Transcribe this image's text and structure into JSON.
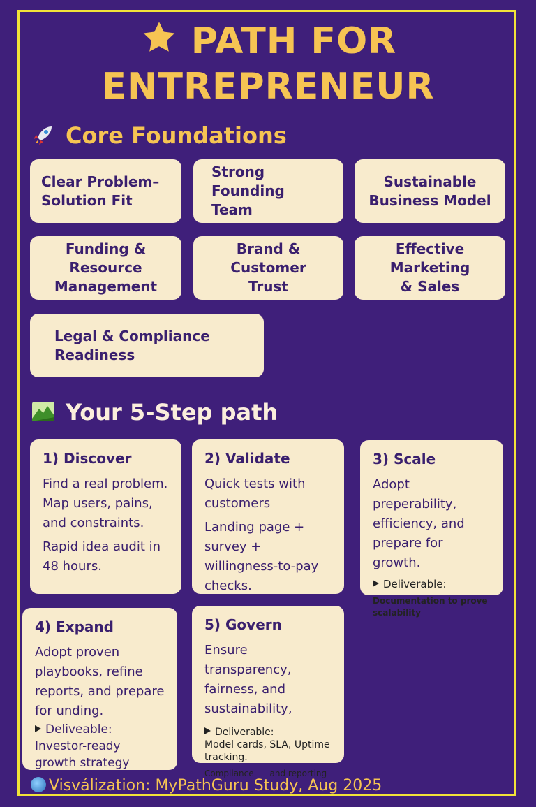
{
  "header": {
    "title_line1": "PATH FOR",
    "title_line2": "ENTREPRENEUR",
    "icon": "star-icon"
  },
  "foundations": {
    "heading": "Core Foundations",
    "icon": "rocket-icon",
    "items": [
      {
        "label": "Clear Problem–\nSolution Fit"
      },
      {
        "label": "Strong Founding\nTeam"
      },
      {
        "label": "Sustainable\nBusiness Model"
      },
      {
        "label": "Funding & Resource\nManagement"
      },
      {
        "label": "Brand & Customer\nTrust"
      },
      {
        "label": "Effective Marketing\n& Sales"
      },
      {
        "label": "Legal & Compliance\nReadiness"
      }
    ]
  },
  "steps": {
    "heading": "Your 5-Step path",
    "icon": "mountain-icon",
    "items": [
      {
        "title": "1) Discover",
        "body1": "Find a real problem. Map users, pains, and constraints.",
        "body2": "Rapid idea audit in 48 hours."
      },
      {
        "title": "2) Validate",
        "body1": "Quick tests with customers",
        "body2": "Landing page + survey + willingness-to-pay checks."
      },
      {
        "title": "3) Scale",
        "body1": "Adopt preperability, efficiency, and prepare for growth.",
        "deliverable_label": "Deliverable:",
        "deliverable": "Documentation to prove scalability"
      },
      {
        "title": "4) Expand",
        "body1": "Adopt proven playbooks, refine reports, and prepare for unding.",
        "deliverable_label": "Deliveable:",
        "deliverable": "Investor-ready growth strategy"
      },
      {
        "title": "5) Govern",
        "body1": "Ensure transparency, fairness, and sustainability,",
        "deliverable_label": "Deliverable:",
        "deliverable": "Model cards, SLA, Uptime tracking.",
        "extra": "Compliance      and reporting"
      }
    ]
  },
  "footer": {
    "text": "Visválization: MyPathGuru Study, Aug 2025",
    "icon": "globe-icon"
  },
  "colors": {
    "background": "#3f1f7a",
    "frame": "#f2e338",
    "title": "#f6c453",
    "card": "#f8ebcd",
    "card_text": "#3a1f6e"
  }
}
